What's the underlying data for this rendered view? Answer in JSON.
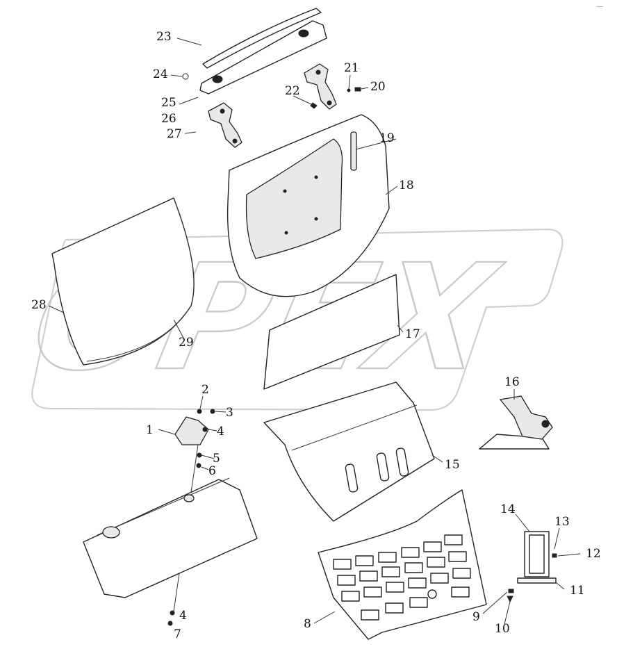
{
  "diagram": {
    "watermark": {
      "text": "OPEX"
    },
    "corner_mark": "—",
    "callouts": [
      "1",
      "2",
      "3",
      "4",
      "5",
      "6",
      "4",
      "7",
      "8",
      "9",
      "10",
      "11",
      "12",
      "13",
      "14",
      "15",
      "16",
      "17",
      "18",
      "19",
      "20",
      "21",
      "22",
      "23",
      "24",
      "25",
      "26",
      "27",
      "28",
      "29"
    ]
  }
}
